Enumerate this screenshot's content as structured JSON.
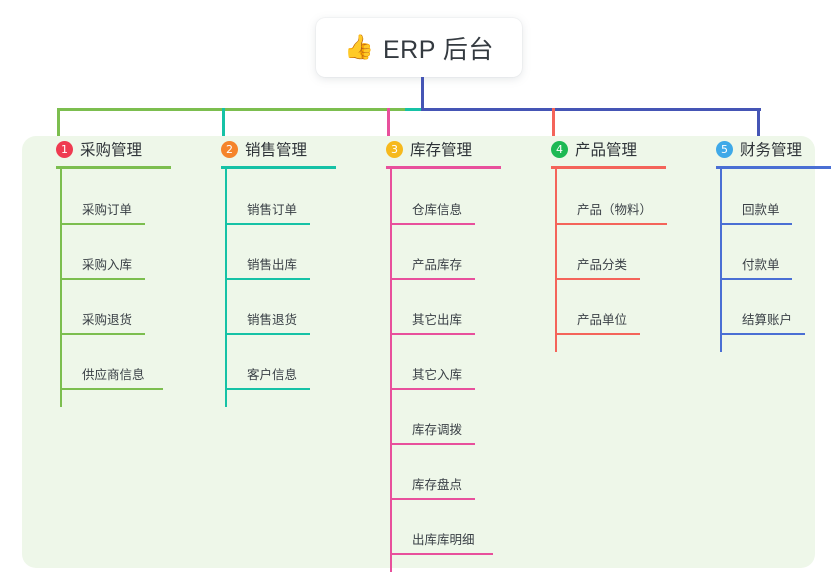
{
  "root": {
    "icon": "thumbs-up-emoji",
    "emoji": "👍",
    "title": "ERP 后台"
  },
  "theme": {
    "panel_bg": "#eef7e9",
    "page_bg": "#ffffff",
    "root_text": "#343a40",
    "leaf_text": "#3a4046"
  },
  "columns": [
    {
      "index": "1",
      "title": "采购管理",
      "badge_color": "#ef3b51",
      "line_color": "#7cbe4f",
      "rule_width": 115,
      "items": [
        {
          "label": "采购订单",
          "rule_width": 85
        },
        {
          "label": "采购入库",
          "rule_width": 85
        },
        {
          "label": "采购退货",
          "rule_width": 85
        },
        {
          "label": "供应商信息",
          "rule_width": 103
        }
      ]
    },
    {
      "index": "2",
      "title": "销售管理",
      "badge_color": "#f5842b",
      "line_color": "#16c2a6",
      "rule_width": 115,
      "items": [
        {
          "label": "销售订单",
          "rule_width": 85
        },
        {
          "label": "销售出库",
          "rule_width": 85
        },
        {
          "label": "销售退货",
          "rule_width": 85
        },
        {
          "label": "客户信息",
          "rule_width": 85
        }
      ]
    },
    {
      "index": "3",
      "title": "库存管理",
      "badge_color": "#f6b91d",
      "line_color": "#e8509c",
      "rule_width": 115,
      "items": [
        {
          "label": "仓库信息",
          "rule_width": 85
        },
        {
          "label": "产品库存",
          "rule_width": 85
        },
        {
          "label": "其它出库",
          "rule_width": 85
        },
        {
          "label": "其它入库",
          "rule_width": 85
        },
        {
          "label": "库存调拨",
          "rule_width": 85
        },
        {
          "label": "库存盘点",
          "rule_width": 85
        },
        {
          "label": "出库库明细",
          "rule_width": 103
        }
      ]
    },
    {
      "index": "4",
      "title": "产品管理",
      "badge_color": "#1db954",
      "line_color": "#f4645a",
      "rule_width": 115,
      "items": [
        {
          "label": "产品（物料）",
          "rule_width": 112
        },
        {
          "label": "产品分类",
          "rule_width": 85
        },
        {
          "label": "产品单位",
          "rule_width": 85
        }
      ]
    },
    {
      "index": "5",
      "title": "财务管理",
      "badge_color": "#3fa9e8",
      "line_color": "#4a6fd4",
      "rule_width": 115,
      "items": [
        {
          "label": "回款单",
          "rule_width": 72
        },
        {
          "label": "付款单",
          "rule_width": 72
        },
        {
          "label": "结算账户",
          "rule_width": 85
        }
      ]
    }
  ]
}
